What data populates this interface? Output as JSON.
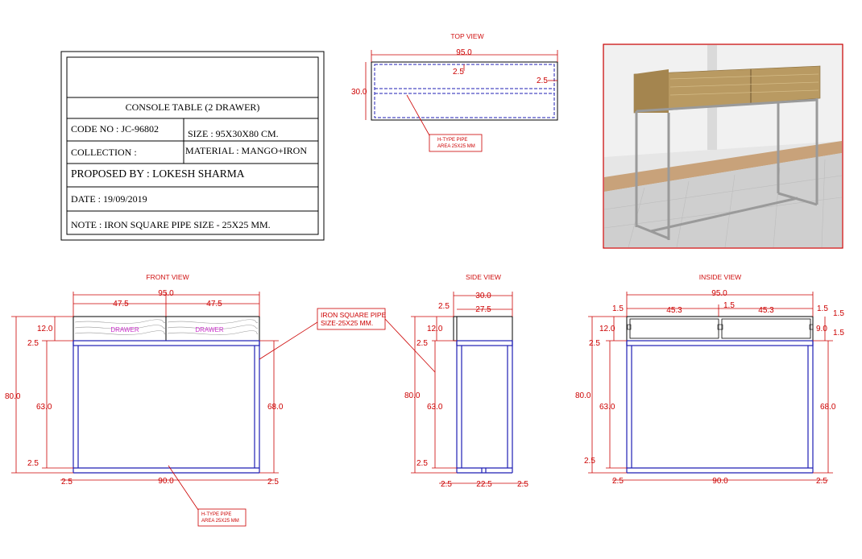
{
  "title_block": {
    "product": "CONSOLE TABLE (2 DRAWER)",
    "code_no": "CODE NO : JC-96802",
    "size": "SIZE : 95X30X80  CM.",
    "collection": "COLLECTION :",
    "material": "MATERIAL : MANGO+IRON",
    "proposed_by": "PROPOSED BY : LOKESH SHARMA",
    "date": "DATE : 19/09/2019",
    "note": "NOTE : IRON SQUARE PIPE SIZE - 25X25 MM."
  },
  "views": {
    "top": "TOP VIEW",
    "front": "FRONT VIEW",
    "side": "SIDE VIEW",
    "inside": "INSIDE VIEW"
  },
  "callouts": {
    "htype_1": "H-TYPE PIPE",
    "htype_2": "AREA 25X25 MM",
    "iron_1": "IRON SQUARE PIPE",
    "iron_2": "SIZE-25X25 MM."
  },
  "drawer_label": "DRAWER",
  "dims": {
    "d95": "95.0",
    "d30": "30.0",
    "d2_5": "2.5",
    "d47_5": "47.5",
    "d12": "12.0",
    "d80": "80.0",
    "d63": "63.0",
    "d68": "68.0",
    "d90": "90.0",
    "d27_5": "27.5",
    "d22_5": "22.5",
    "d1_5": "1.5",
    "d45_3": "45.3",
    "d9": "9.0"
  },
  "colors": {
    "dimension": "#cc0000",
    "frame": "#1f1fb4",
    "title": "#d01010"
  }
}
